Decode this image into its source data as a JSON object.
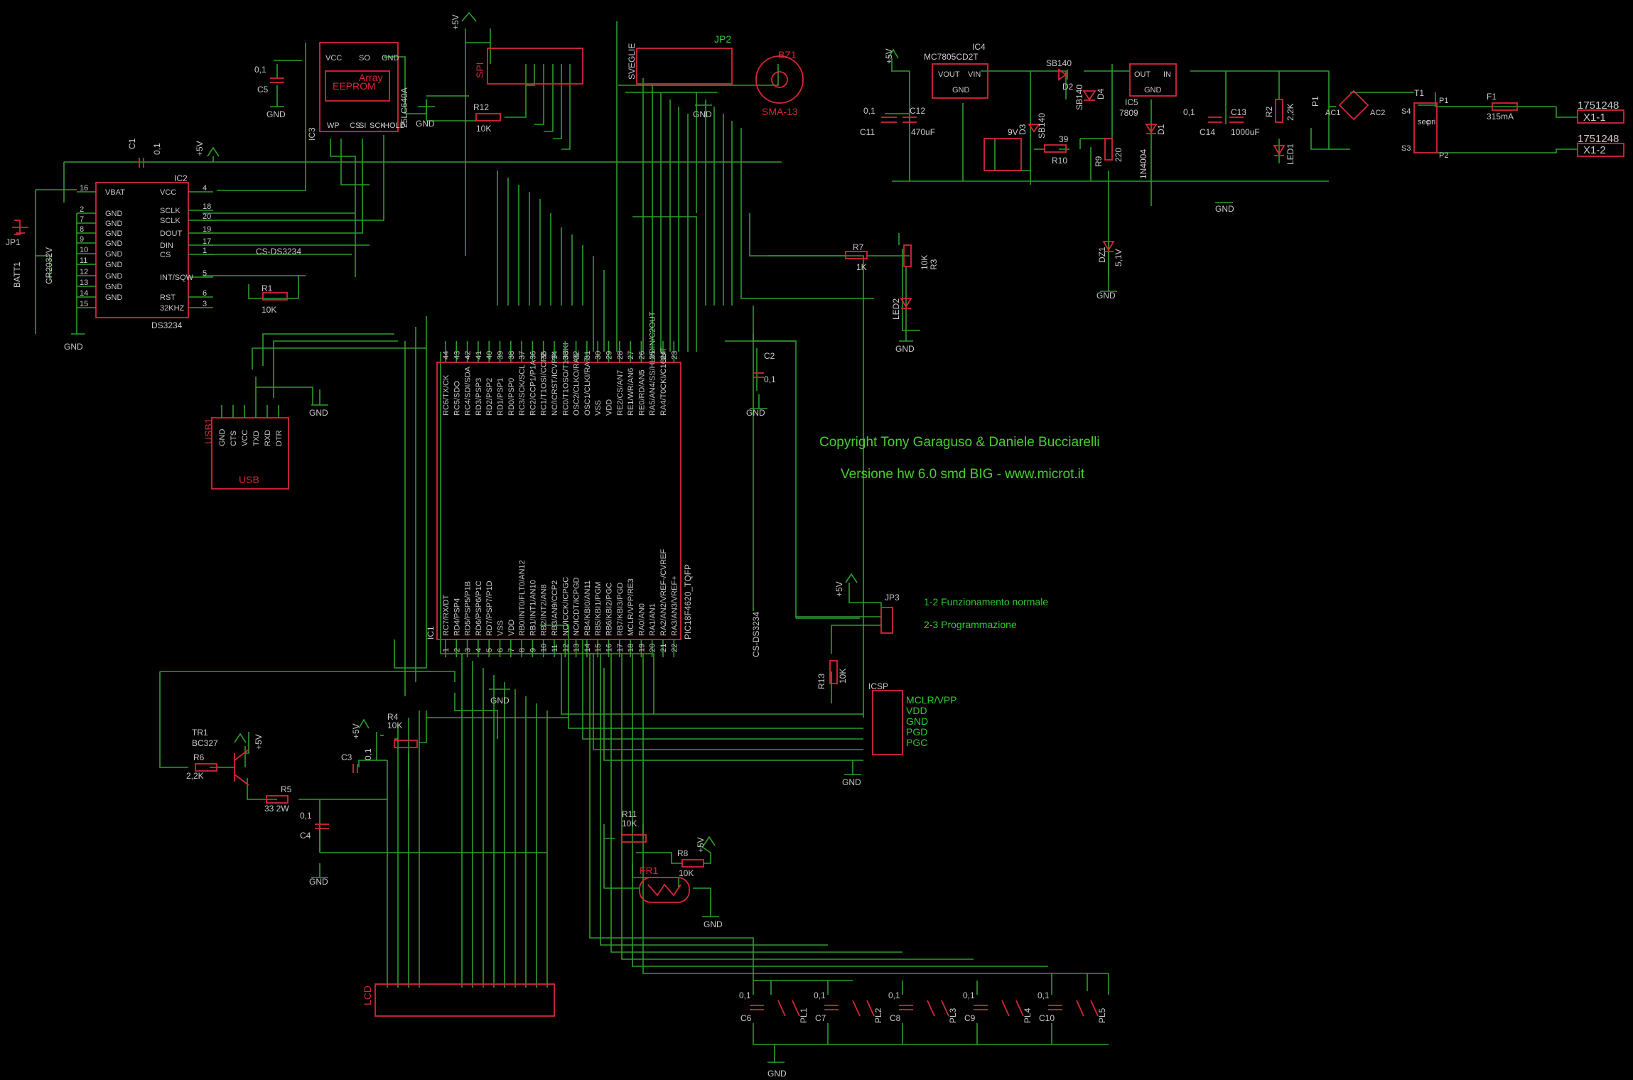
{
  "colors": {
    "wire": "#2e9e2e",
    "part": "#d8263a",
    "text": "#c9c9c9",
    "note": "#4dcc33",
    "background": "#000000"
  },
  "copyright": "Copyright Tony Garaguso & Daniele Bucciarelli",
  "version": "Versione hw 6.0 smd BIG - www.microt.it",
  "jp3_notes": [
    "1-2 Funzionamento normale",
    "2-3 Programmazione"
  ],
  "icsp_pins": [
    "MCLR/VPP",
    "VDD",
    "GND",
    "PGD",
    "PGC"
  ],
  "ic1": {
    "name": "IC1",
    "value": "PIC18F4620_TQFP",
    "top_pins": [
      "RC6/TX/CK",
      "RC5/SDO",
      "RC4/SDI/SDA",
      "RD3/PSP3",
      "RD2/PSP2",
      "RD1/PSP1",
      "RD0/PSP0",
      "RC3/SCK/SCL",
      "RC2/CCP1/P1A",
      "RC1/T1OSI/CCP2",
      "NC/ICRST/ICVPP",
      "RC0/T1OSO/T13CKI",
      "OSC2/CLKO/RA6",
      "OSC1/CLKI/RA7",
      "VSS",
      "VDD",
      "RE2/CS/AN7",
      "RE1/WR/AN6",
      "RE0/RD/AN5",
      "RA5/AN4/SS/HLVDIN/C2OUT",
      "RA4/T0CKI/C1OUT"
    ],
    "bottom_pins": [
      "RC7/RX/DT",
      "RD4/PSP4",
      "RD5/PSP5/P1B",
      "RD6/PSP6/P1C",
      "RD7/PSP7/P1D",
      "VSS",
      "VDD",
      "RB0/INT0/FLT0/AN12",
      "RB1/INT1/AN10",
      "RB2/INT2/AN8",
      "RB3/AN9/CCP2",
      "NC/ICCK/ICPGC",
      "NC/ICDT/ICPGD",
      "RB4/KBI0/AN11",
      "RB5/KBI1/PGM",
      "RB6/KBI2/PGC",
      "RB7/KBI3/PGD",
      "MCLR/VPP/RE3",
      "RA0/AN0",
      "RA1/AN1",
      "RA2/AN2/VREF-/CVREF",
      "RA3/AN3/VREF+"
    ],
    "top_numbers": [
      "44",
      "43",
      "42",
      "41",
      "40",
      "39",
      "38",
      "37",
      "36",
      "35",
      "34",
      "33",
      "32",
      "31",
      "30",
      "29",
      "28",
      "27",
      "26",
      "25",
      "24",
      "23"
    ],
    "bottom_numbers": [
      "1",
      "2",
      "3",
      "4",
      "5",
      "6",
      "7",
      "8",
      "9",
      "10",
      "11",
      "12",
      "13",
      "14",
      "15",
      "16",
      "17",
      "18",
      "19",
      "20",
      "21",
      "22"
    ]
  },
  "ic2": {
    "name": "IC2",
    "value": "DS3234",
    "left_pins": [
      "VBAT",
      "GND",
      "GND",
      "GND",
      "GND",
      "GND",
      "GND",
      "GND",
      "GND",
      "GND"
    ],
    "left_numbers": [
      "16",
      "2",
      "7",
      "8",
      "9",
      "10",
      "11",
      "12",
      "13",
      "14",
      "15"
    ],
    "right_pins": [
      "VCC",
      "SCLK",
      "SCLK",
      "DOUT",
      "DIN",
      "CS",
      "INT/SQW",
      "RST",
      "32KHZ"
    ],
    "right_numbers": [
      "4",
      "18",
      "20",
      "19",
      "17",
      "1",
      "5",
      "6",
      "3"
    ]
  },
  "ic3": {
    "name": "IC3",
    "value": "25LC640A",
    "pins": [
      "VCC",
      "SO",
      "GND",
      "WP",
      "CS",
      "SI",
      "SCK",
      "HOLD"
    ],
    "label1": "Array",
    "label2": "EEPROM"
  },
  "ic4": {
    "name": "IC4",
    "value": "MC7805CD2T",
    "pins": [
      "VOUT",
      "VIN",
      "GND"
    ]
  },
  "ic5": {
    "name": "IC5",
    "value": "7809",
    "pins": [
      "OUT",
      "IN",
      "GND"
    ]
  },
  "usb": {
    "name": "USB1",
    "value": "USB",
    "pins": [
      "GND",
      "CTS",
      "VCC",
      "TXD",
      "RXD",
      "DTR"
    ]
  },
  "labels": {
    "batt1": "BATT1",
    "cr2032": "CR2032V",
    "jp1": "JP1",
    "c1": "C1",
    "c1v": "0,1",
    "c5": "C5",
    "c5v": "0,1",
    "r1": "R1",
    "r1v": "10K",
    "r12": "R12",
    "r12v": "10K",
    "spi": "SPI",
    "jp2": "JP2",
    "sveglie": "SVEGLIE",
    "bz1": "BZ1",
    "sma13": "SMA-13",
    "r7": "R7",
    "r7v": "1K",
    "r3": "R3",
    "r3v": "10K",
    "led2": "LED2",
    "c2": "C2",
    "c2v": "0,1",
    "c11": "C11",
    "c11v": "0,1",
    "c12": "C12",
    "c12v": "470uF",
    "sb140a": "SB140",
    "d2": "D2",
    "sb140b": "SB140",
    "d4": "D4",
    "sb140c": "SB140",
    "d3": "D3",
    "r10": "R10",
    "r10v": "39",
    "r9": "R9",
    "r9v": "220",
    "d1": "D1",
    "d1v": "1N4004",
    "c13": "C13",
    "c13v": "1000uF",
    "c14": "C14",
    "c14v": "0,1",
    "r2": "R2",
    "r2v": "2,2K",
    "led1": "LED1",
    "p1": "P1",
    "ac1": "AC1",
    "ac2": "AC2",
    "t1": "T1",
    "s3": "S3",
    "s4": "S4",
    "p1t": "P1",
    "p2t": "P2",
    "sec": "sec",
    "pri": "pri",
    "f1": "F1",
    "f1v": "315mA",
    "x11": "X1-1",
    "x12": "X1-2",
    "conn1": "1751248",
    "conn2": "1751248",
    "dz1": "DZ1",
    "dz1v": "5,1V",
    "v9": "9V",
    "jp3": "JP3",
    "icsp": "ICSP",
    "r13": "R13",
    "r13v": "10K",
    "tr1": "TR1",
    "bc327": "BC327",
    "r6": "R6",
    "r6v": "2,2K",
    "r5": "R5",
    "r5v": "33 2W",
    "c4": "C4",
    "c4v": "0,1",
    "c3": "C3",
    "c3v": "0,1",
    "r4": "R4",
    "r4v": "10K",
    "r11": "R11",
    "r11v": "10K",
    "r8": "R8",
    "r8v": "10K",
    "fr1": "FR1",
    "lcd": "LCD",
    "csds3234": "CS-DS3234",
    "gnd": "GND",
    "plus5v": "+5V",
    "caps": [
      "C6",
      "C7",
      "C8",
      "C9",
      "C10"
    ],
    "capv": "0,1",
    "pls": [
      "PL1",
      "PL2",
      "PL3",
      "PL4",
      "PL5"
    ]
  }
}
